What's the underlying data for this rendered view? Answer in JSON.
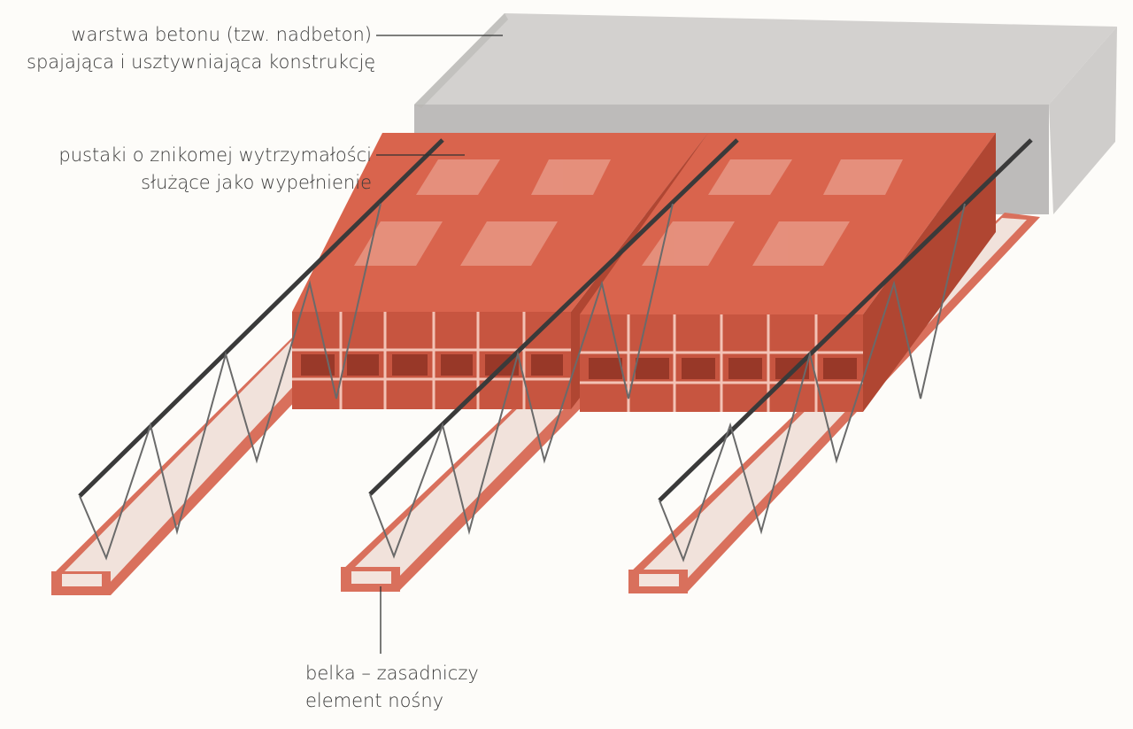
{
  "labels": {
    "concrete": {
      "line1": "warstwa betonu (tzw. nadbeton)",
      "line2": "spajająca i usztywniająca konstrukcję"
    },
    "blocks": {
      "line1": "pustaki o znikomej wytrzymałości",
      "line2": "służące jako wypełnienie"
    },
    "beam": {
      "line1": "belka – zasadniczy",
      "line2": "element nośny"
    }
  },
  "colors": {
    "background": "#fdfcf9",
    "concrete": "#c9c7c5",
    "brick": "#d5604a",
    "brick_light": "#e58470",
    "brick_dark": "#a94432",
    "rebar": "#3a3a3a",
    "leader_line": "#333333",
    "text": "#3c3c3c"
  },
  "icons": {
    "illustration": "ceiling-slab-cross-section"
  }
}
